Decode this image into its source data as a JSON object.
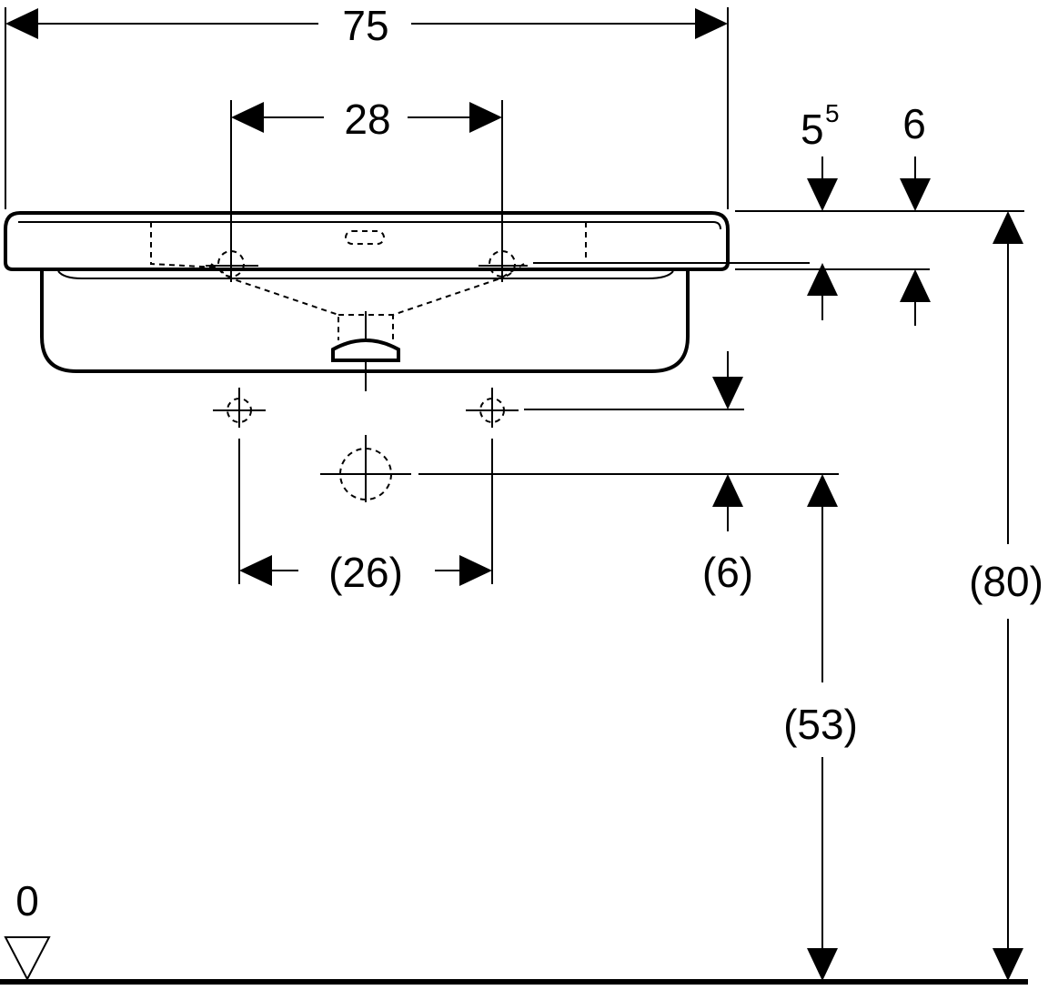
{
  "diagram": {
    "dimensions": {
      "overall_width": "75",
      "tap_hole_spacing": "28",
      "rim_offset_a": "5",
      "rim_offset_a_sup": "5",
      "rim_offset_b": "6",
      "supply_spacing": "(26)",
      "waste_offset": "(6)",
      "waste_height": "(53)",
      "rim_height": "(80)",
      "floor_level": "0"
    }
  }
}
